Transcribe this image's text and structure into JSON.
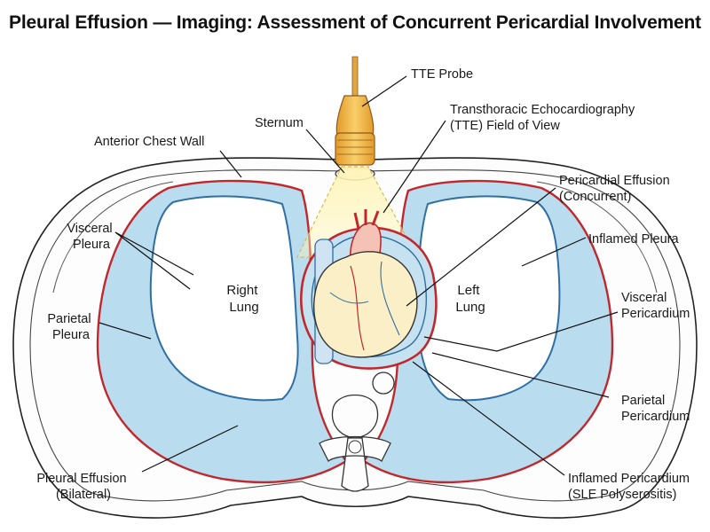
{
  "title": "Pleural Effusion — Imaging: Assessment of Concurrent Pericardial Involvement",
  "organs": {
    "right_lung": [
      "Right",
      "Lung"
    ],
    "left_lung": [
      "Left",
      "Lung"
    ]
  },
  "labels": {
    "tte_probe": [
      "TTE Probe"
    ],
    "tte_fov": [
      "Transthoracic Echocardiography",
      "(TTE) Field of View"
    ],
    "sternum": [
      "Sternum"
    ],
    "anterior_chest_wall": [
      "Anterior Chest Wall"
    ],
    "pericardial_effusion": [
      "Pericardial Effusion",
      "(Concurrent)"
    ],
    "inflamed_pleura": [
      "Inflamed Pleura"
    ],
    "visceral_pleura": [
      "Visceral",
      "Pleura"
    ],
    "parietal_pleura": [
      "Parietal",
      "Pleura"
    ],
    "visceral_pericardium": [
      "Visceral",
      "Pericardium"
    ],
    "parietal_pericardium": [
      "Parietal",
      "Pericardium"
    ],
    "pleural_effusion": [
      "Pleural Effusion",
      "(Bilateral)"
    ],
    "inflamed_pericardium": [
      "Inflamed Pericardium",
      "(SLE Polyserositis)"
    ]
  },
  "colors": {
    "effusion_fluid": "#b9dcee",
    "inflamed_red": "#c0282d",
    "pleura_blue": "#2f6fa3",
    "heart": "#fbefc8",
    "probe": "#f2b84b",
    "beam": "#fff3b0"
  }
}
